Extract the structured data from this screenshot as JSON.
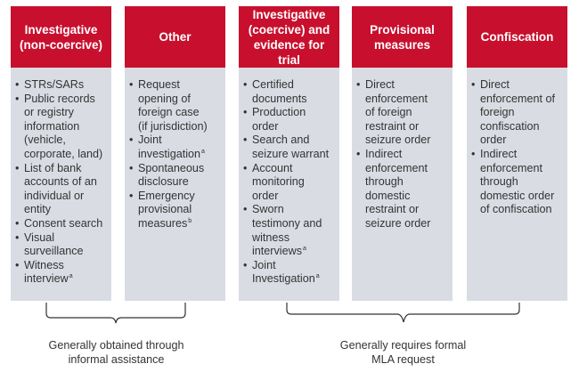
{
  "columns": [
    {
      "heading": "Investigative\n(non-coercive)",
      "items": [
        {
          "text": "STRs/SARs",
          "note": ""
        },
        {
          "text": "Public records\nor registry\ninformation\n(vehicle,\ncorporate, land)",
          "note": ""
        },
        {
          "text": "List of bank\naccounts of an\nindividual or\nentity",
          "note": ""
        },
        {
          "text": "Consent search",
          "note": ""
        },
        {
          "text": "Visual\nsurveillance",
          "note": ""
        },
        {
          "text": "Witness\ninterview",
          "note": "a"
        }
      ]
    },
    {
      "heading": "Other",
      "items": [
        {
          "text": "Request\nopening of\nforeign case\n(if jurisdiction)",
          "note": ""
        },
        {
          "text": "Joint\ninvestigation",
          "note": "a"
        },
        {
          "text": "Spontaneous\ndisclosure",
          "note": ""
        },
        {
          "text": "Emergency\nprovisional\nmeasures",
          "note": "b"
        }
      ]
    },
    {
      "heading": "Investigative\n(coercive) and\nevidence for\ntrial",
      "items": [
        {
          "text": "Certified\ndocuments",
          "note": ""
        },
        {
          "text": "Production\norder",
          "note": ""
        },
        {
          "text": "Search and\nseizure warrant",
          "note": ""
        },
        {
          "text": "Account\nmonitoring\norder",
          "note": ""
        },
        {
          "text": "Sworn\ntestimony and\nwitness\ninterviews",
          "note": "a"
        },
        {
          "text": "Joint\nInvestigation",
          "note": "a"
        }
      ]
    },
    {
      "heading": "Provisional\nmeasures",
      "items": [
        {
          "text": "Direct\nenforcement\nof foreign\nrestraint or\nseizure order",
          "note": ""
        },
        {
          "text": "Indirect\nenforcement\nthrough\ndomestic\nrestraint or\nseizure order",
          "note": ""
        }
      ]
    },
    {
      "heading": "Confiscation",
      "items": [
        {
          "text": "Direct\nenforcement of\nforeign\nconfiscation\norder",
          "note": ""
        },
        {
          "text": "Indirect\nenforcement\nthrough\ndomestic order\nof confiscation",
          "note": ""
        }
      ]
    }
  ],
  "captions": {
    "left": "Generally obtained through\ninformal assistance",
    "right": "Generally requires formal\nMLA request"
  },
  "colors": {
    "header_red": "#c8102e",
    "body_grey": "#d9dde3",
    "text": "#333333"
  }
}
